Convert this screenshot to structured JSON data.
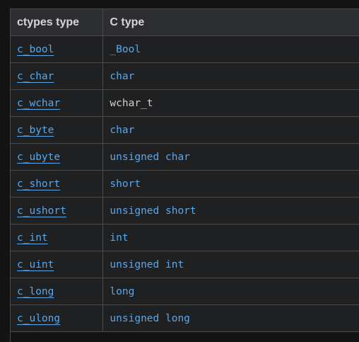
{
  "table": {
    "headers": [
      "ctypes type",
      "C type"
    ],
    "rows": [
      {
        "ctypes": "c_bool",
        "c": "_Bool",
        "c_is_link": true
      },
      {
        "ctypes": "c_char",
        "c": "char",
        "c_is_link": true
      },
      {
        "ctypes": "c_wchar",
        "c": "wchar_t",
        "c_is_link": false
      },
      {
        "ctypes": "c_byte",
        "c": "char",
        "c_is_link": true
      },
      {
        "ctypes": "c_ubyte",
        "c": "unsigned char",
        "c_is_link": true
      },
      {
        "ctypes": "c_short",
        "c": "short",
        "c_is_link": true
      },
      {
        "ctypes": "c_ushort",
        "c": "unsigned short",
        "c_is_link": true
      },
      {
        "ctypes": "c_int",
        "c": "int",
        "c_is_link": true
      },
      {
        "ctypes": "c_uint",
        "c": "unsigned int",
        "c_is_link": true
      },
      {
        "ctypes": "c_long",
        "c": "long",
        "c_is_link": true
      },
      {
        "ctypes": "c_ulong",
        "c": "unsigned long",
        "c_is_link": true
      }
    ]
  },
  "colors": {
    "link": "#5aa7ea",
    "plain_text": "#d0d0d0",
    "header_bg": "#2d2e31",
    "cell_bg": "#1f2022",
    "border": "#4a4a4a"
  }
}
